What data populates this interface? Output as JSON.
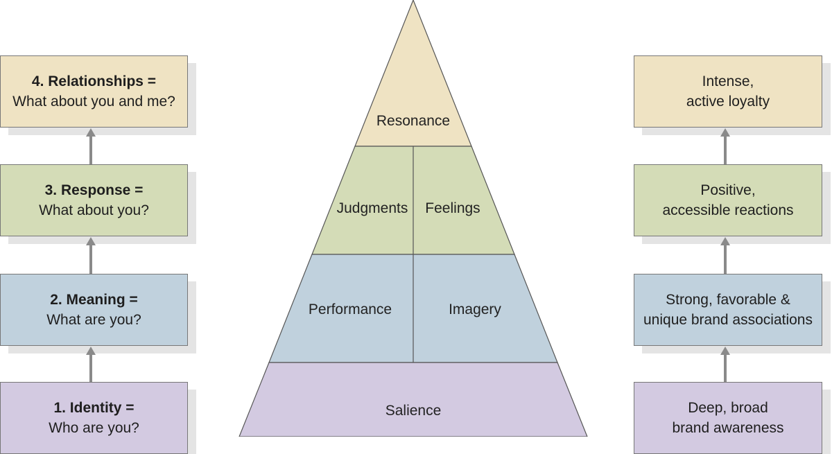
{
  "colors": {
    "resonance": "#efe3c3",
    "response": "#d4dcb7",
    "meaning": "#c0d1dd",
    "identity": "#d3cae1",
    "arrow": "#8a8a8a",
    "border": "#777777"
  },
  "left_steps": [
    {
      "title": "4. Relationships =",
      "question": "What about you and me?"
    },
    {
      "title": "3. Response =",
      "question": "What about you?"
    },
    {
      "title": "2. Meaning =",
      "question": "What are you?"
    },
    {
      "title": "1. Identity =",
      "question": "Who are you?"
    }
  ],
  "pyramid": {
    "top": "Resonance",
    "second_left": "Judgments",
    "second_right": "Feelings",
    "third_left": "Performance",
    "third_right": "Imagery",
    "base": "Salience"
  },
  "right_objectives": [
    {
      "line1": "Intense,",
      "line2": "active loyalty"
    },
    {
      "line1": "Positive,",
      "line2": "accessible reactions"
    },
    {
      "line1": "Strong, favorable &",
      "line2": "unique brand associations"
    },
    {
      "line1": "Deep, broad",
      "line2": "brand awareness"
    }
  ]
}
